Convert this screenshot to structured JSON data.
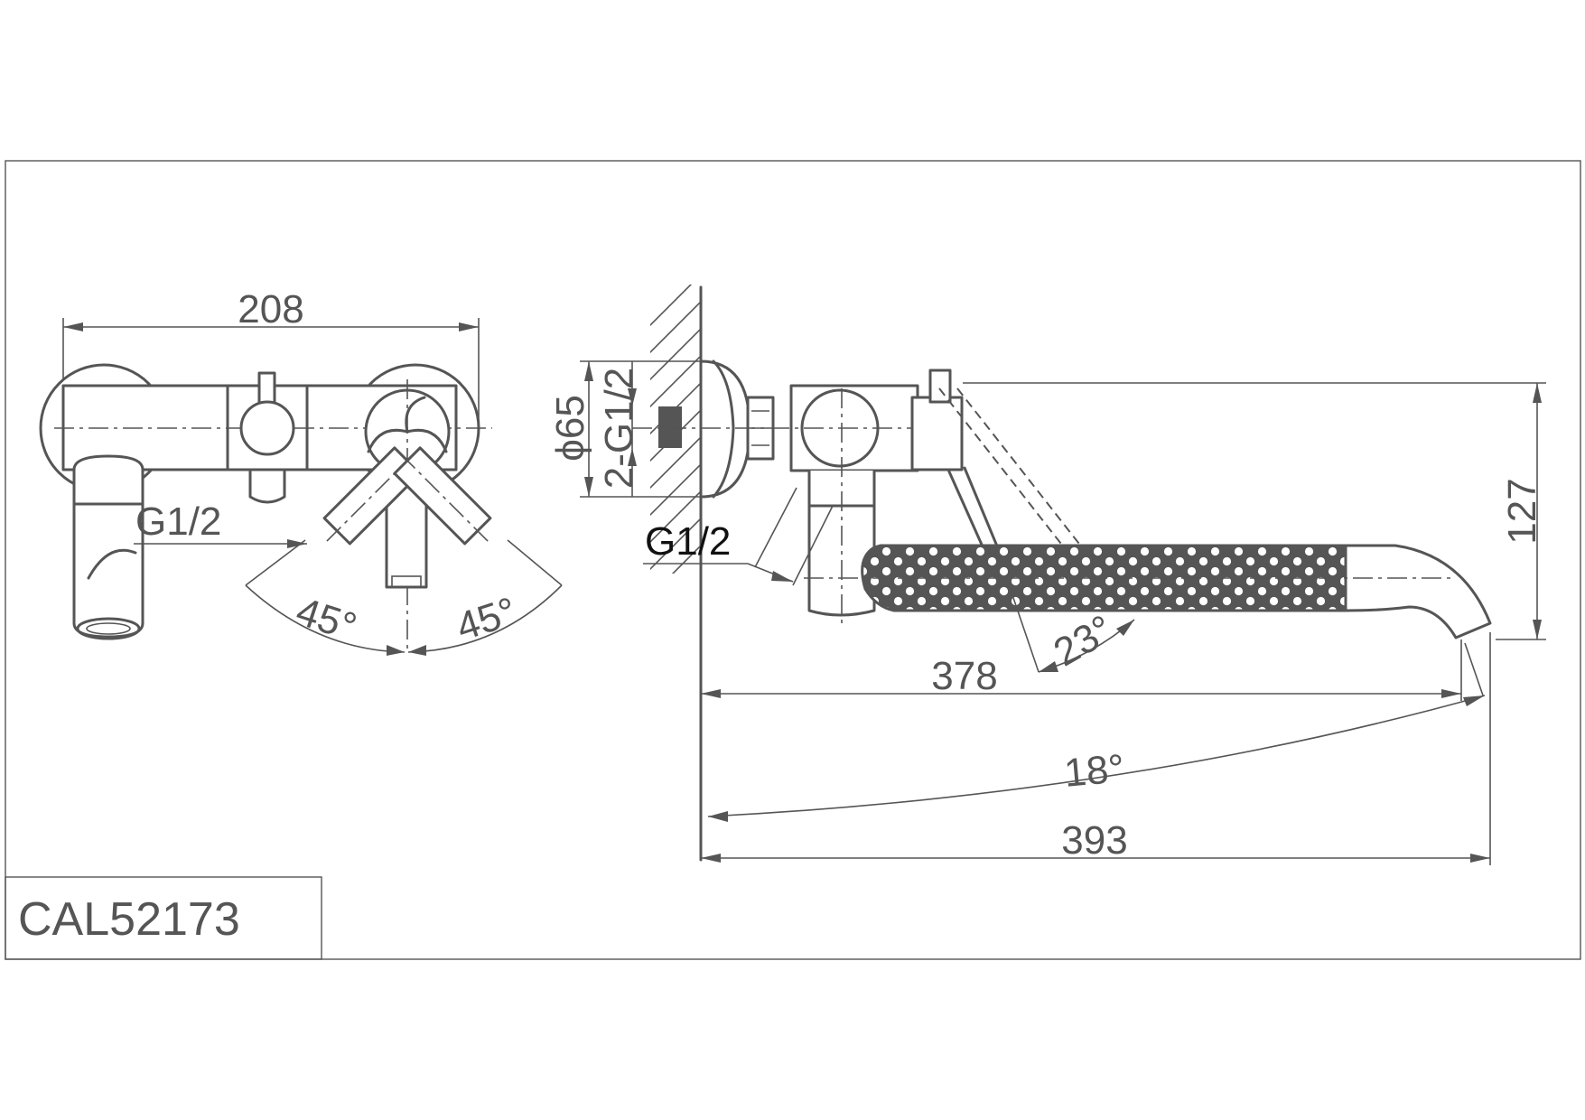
{
  "title_block": {
    "model": "CAL52173"
  },
  "front_view": {
    "width_dim": "208",
    "inlet_label": "G1/2",
    "angle_left": "45°",
    "angle_right": "45°"
  },
  "side_view": {
    "diameter_dim": "ϕ65",
    "inlet_thread": "2-G1/2",
    "outlet_label": "G1/2",
    "height_dim": "127",
    "lever_angle": "23°",
    "spout_reach": "378",
    "swivel_angle": "18°",
    "total_length": "393"
  },
  "colors": {
    "line": "#555555",
    "label_dark": "#111111",
    "background": "#ffffff"
  }
}
